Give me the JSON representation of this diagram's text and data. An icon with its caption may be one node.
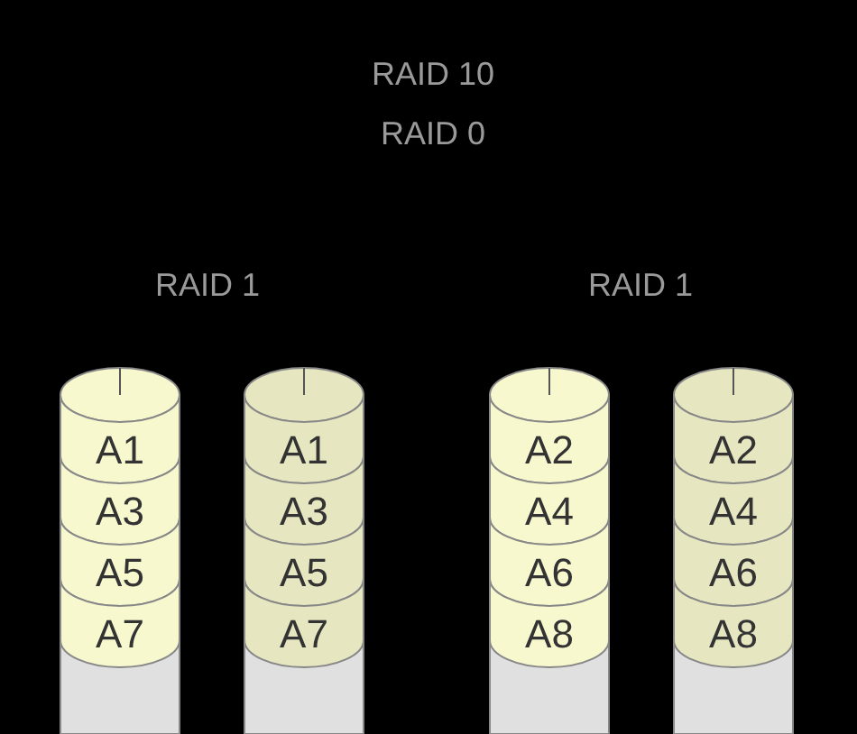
{
  "diagram": {
    "title": "RAID 10",
    "nodes": [
      {
        "text": [],
        "shape": "cylinder"
      },
      {
        "text": [
          "A1"
        ],
        "in": 0
      },
      {
        "text": [
          "A3"
        ],
        "in": 0
      },
      {
        "text": [
          "A5"
        ],
        "in": 0
      },
      {
        "text": [
          "A7"
        ],
        "in": 0
      },
      {
        "text": [],
        "shape": "cylinder"
      },
      {
        "text": [
          "A1"
        ],
        "in": 5
      },
      {
        "text": [
          "A3"
        ],
        "in": 5
      },
      {
        "text": [
          "A5"
        ],
        "in": 5
      },
      {
        "text": [
          "A7"
        ],
        "in": 5
      },
      {
        "text": [],
        "shape": "cylinder"
      },
      {
        "text": [
          "A2"
        ],
        "in": 10
      },
      {
        "text": [
          "A4"
        ],
        "in": 10
      },
      {
        "text": [
          "A6"
        ],
        "in": 10
      },
      {
        "text": [
          "A8"
        ],
        "in": 10
      },
      {
        "text": [],
        "shape": "cylinder"
      },
      {
        "text": [
          "A2"
        ],
        "in": 15
      },
      {
        "text": [
          "A4"
        ],
        "in": 15
      },
      {
        "text": [
          "A6"
        ],
        "in": 15
      },
      {
        "text": [
          "A8"
        ],
        "in": 15
      }
    ],
    "labels": [
      "RAID 0",
      "RAID 1",
      "RAID 1"
    ]
  }
}
